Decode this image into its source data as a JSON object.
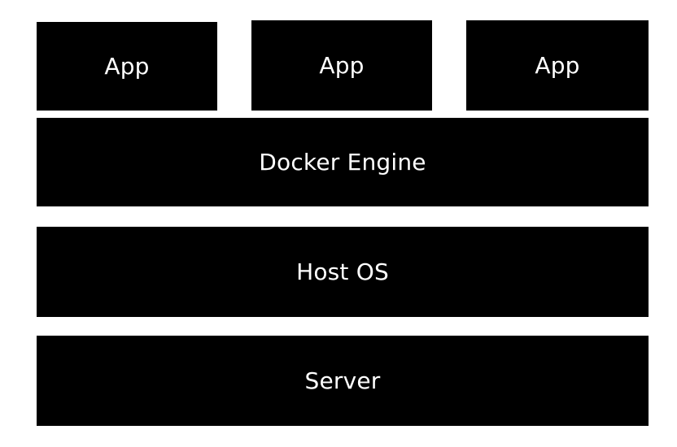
{
  "apps": [
    {
      "label": "App"
    },
    {
      "label": "App"
    },
    {
      "label": "App"
    }
  ],
  "layers": {
    "docker_engine": "Docker Engine",
    "host_os": "Host OS",
    "server": "Server"
  },
  "colors": {
    "block": "#000000",
    "text": "#ffffff",
    "background": "#ffffff"
  }
}
